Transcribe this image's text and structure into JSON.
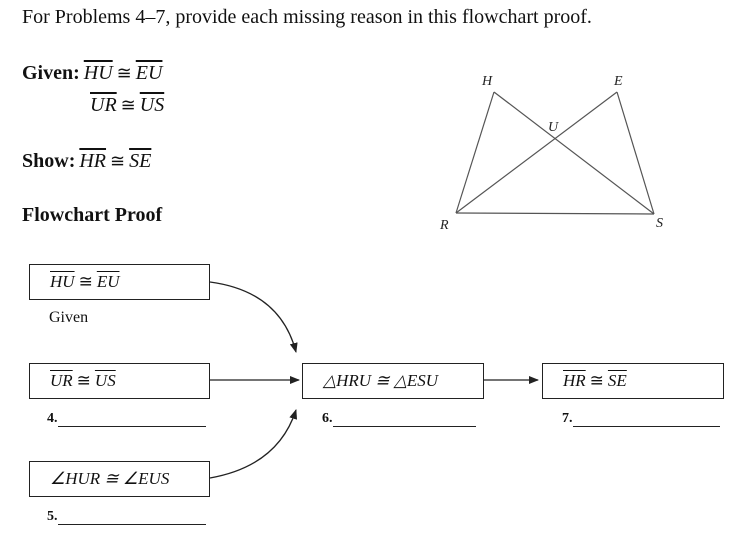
{
  "intro": "For Problems 4–7, provide each missing reason in this flowchart proof.",
  "given": {
    "label": "Given:",
    "statements": [
      {
        "a": "HU",
        "b": "EU"
      },
      {
        "a": "UR",
        "b": "US"
      }
    ]
  },
  "show": {
    "label": "Show:",
    "statement": {
      "a": "HR",
      "b": "SE"
    }
  },
  "heading": "Flowchart Proof",
  "congruence_symbol": "≅",
  "figure": {
    "points": {
      "H": "H",
      "E": "E",
      "U": "U",
      "R": "R",
      "S": "S"
    }
  },
  "flowchart": {
    "box1": {
      "a": "HU",
      "b": "EU",
      "reason": "Given"
    },
    "box2": {
      "a": "UR",
      "b": "US",
      "reason_number": "4."
    },
    "box3": {
      "text": "∠HUR ≅ ∠EUS",
      "reason_number": "5."
    },
    "box4": {
      "text": "△HRU ≅ △ESU",
      "reason_number": "6."
    },
    "box5": {
      "a": "HR",
      "b": "SE",
      "reason_number": "7."
    }
  }
}
